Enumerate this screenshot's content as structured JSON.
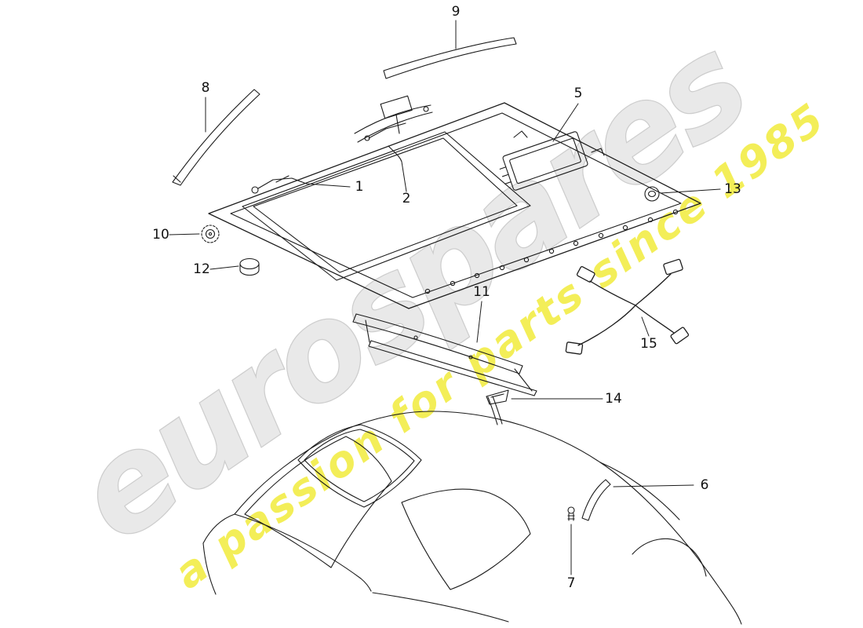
{
  "diagram": {
    "background": "#ffffff",
    "line_color": "#1c1c1c",
    "callout_color": "#111111"
  },
  "watermark": {
    "brand": "eurospares",
    "tagline": "a passion for parts since 1985",
    "brand_fill": "#e2e2e2",
    "brand_outline": "#bdbdbd",
    "tagline_color": "#f2ec3c"
  },
  "callouts": [
    {
      "num": "1"
    },
    {
      "num": "2"
    },
    {
      "num": "5"
    },
    {
      "num": "6"
    },
    {
      "num": "7"
    },
    {
      "num": "8"
    },
    {
      "num": "9"
    },
    {
      "num": "10"
    },
    {
      "num": "11"
    },
    {
      "num": "12"
    },
    {
      "num": "13"
    },
    {
      "num": "14"
    },
    {
      "num": "15"
    }
  ]
}
